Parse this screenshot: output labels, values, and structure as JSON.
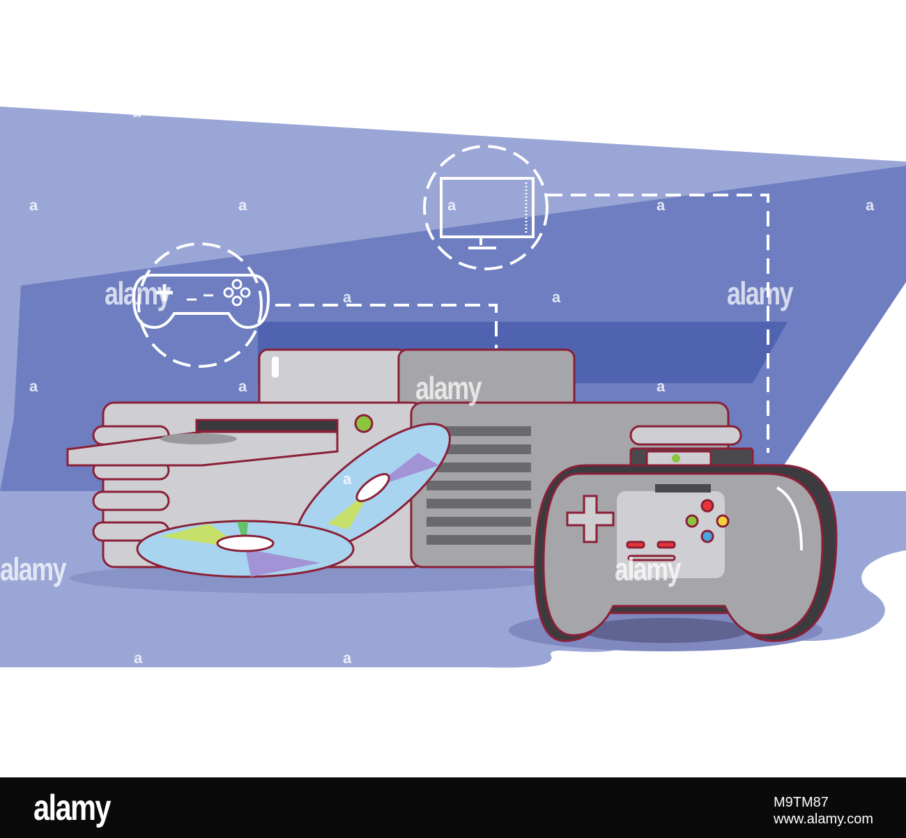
{
  "scene": {
    "colors": {
      "wall_light": "#9aa6d6",
      "wall_mid": "#6f7fc0",
      "shelf": "#4f63b0",
      "floor": "#9aa6d6",
      "console_body": "#cfcfd3",
      "console_dark": "#9a9a9e",
      "outline": "#8a1f35",
      "disc": "#a9d4f0"
    },
    "icons": [
      "gamepad-icon",
      "monitor-icon",
      "game-console",
      "cd-disc",
      "controller"
    ]
  },
  "watermark": {
    "text": "alamy",
    "mark": "a"
  },
  "footer": {
    "logo": "alamy",
    "image_id": "M9TM87",
    "url": "www.alamy.com"
  }
}
